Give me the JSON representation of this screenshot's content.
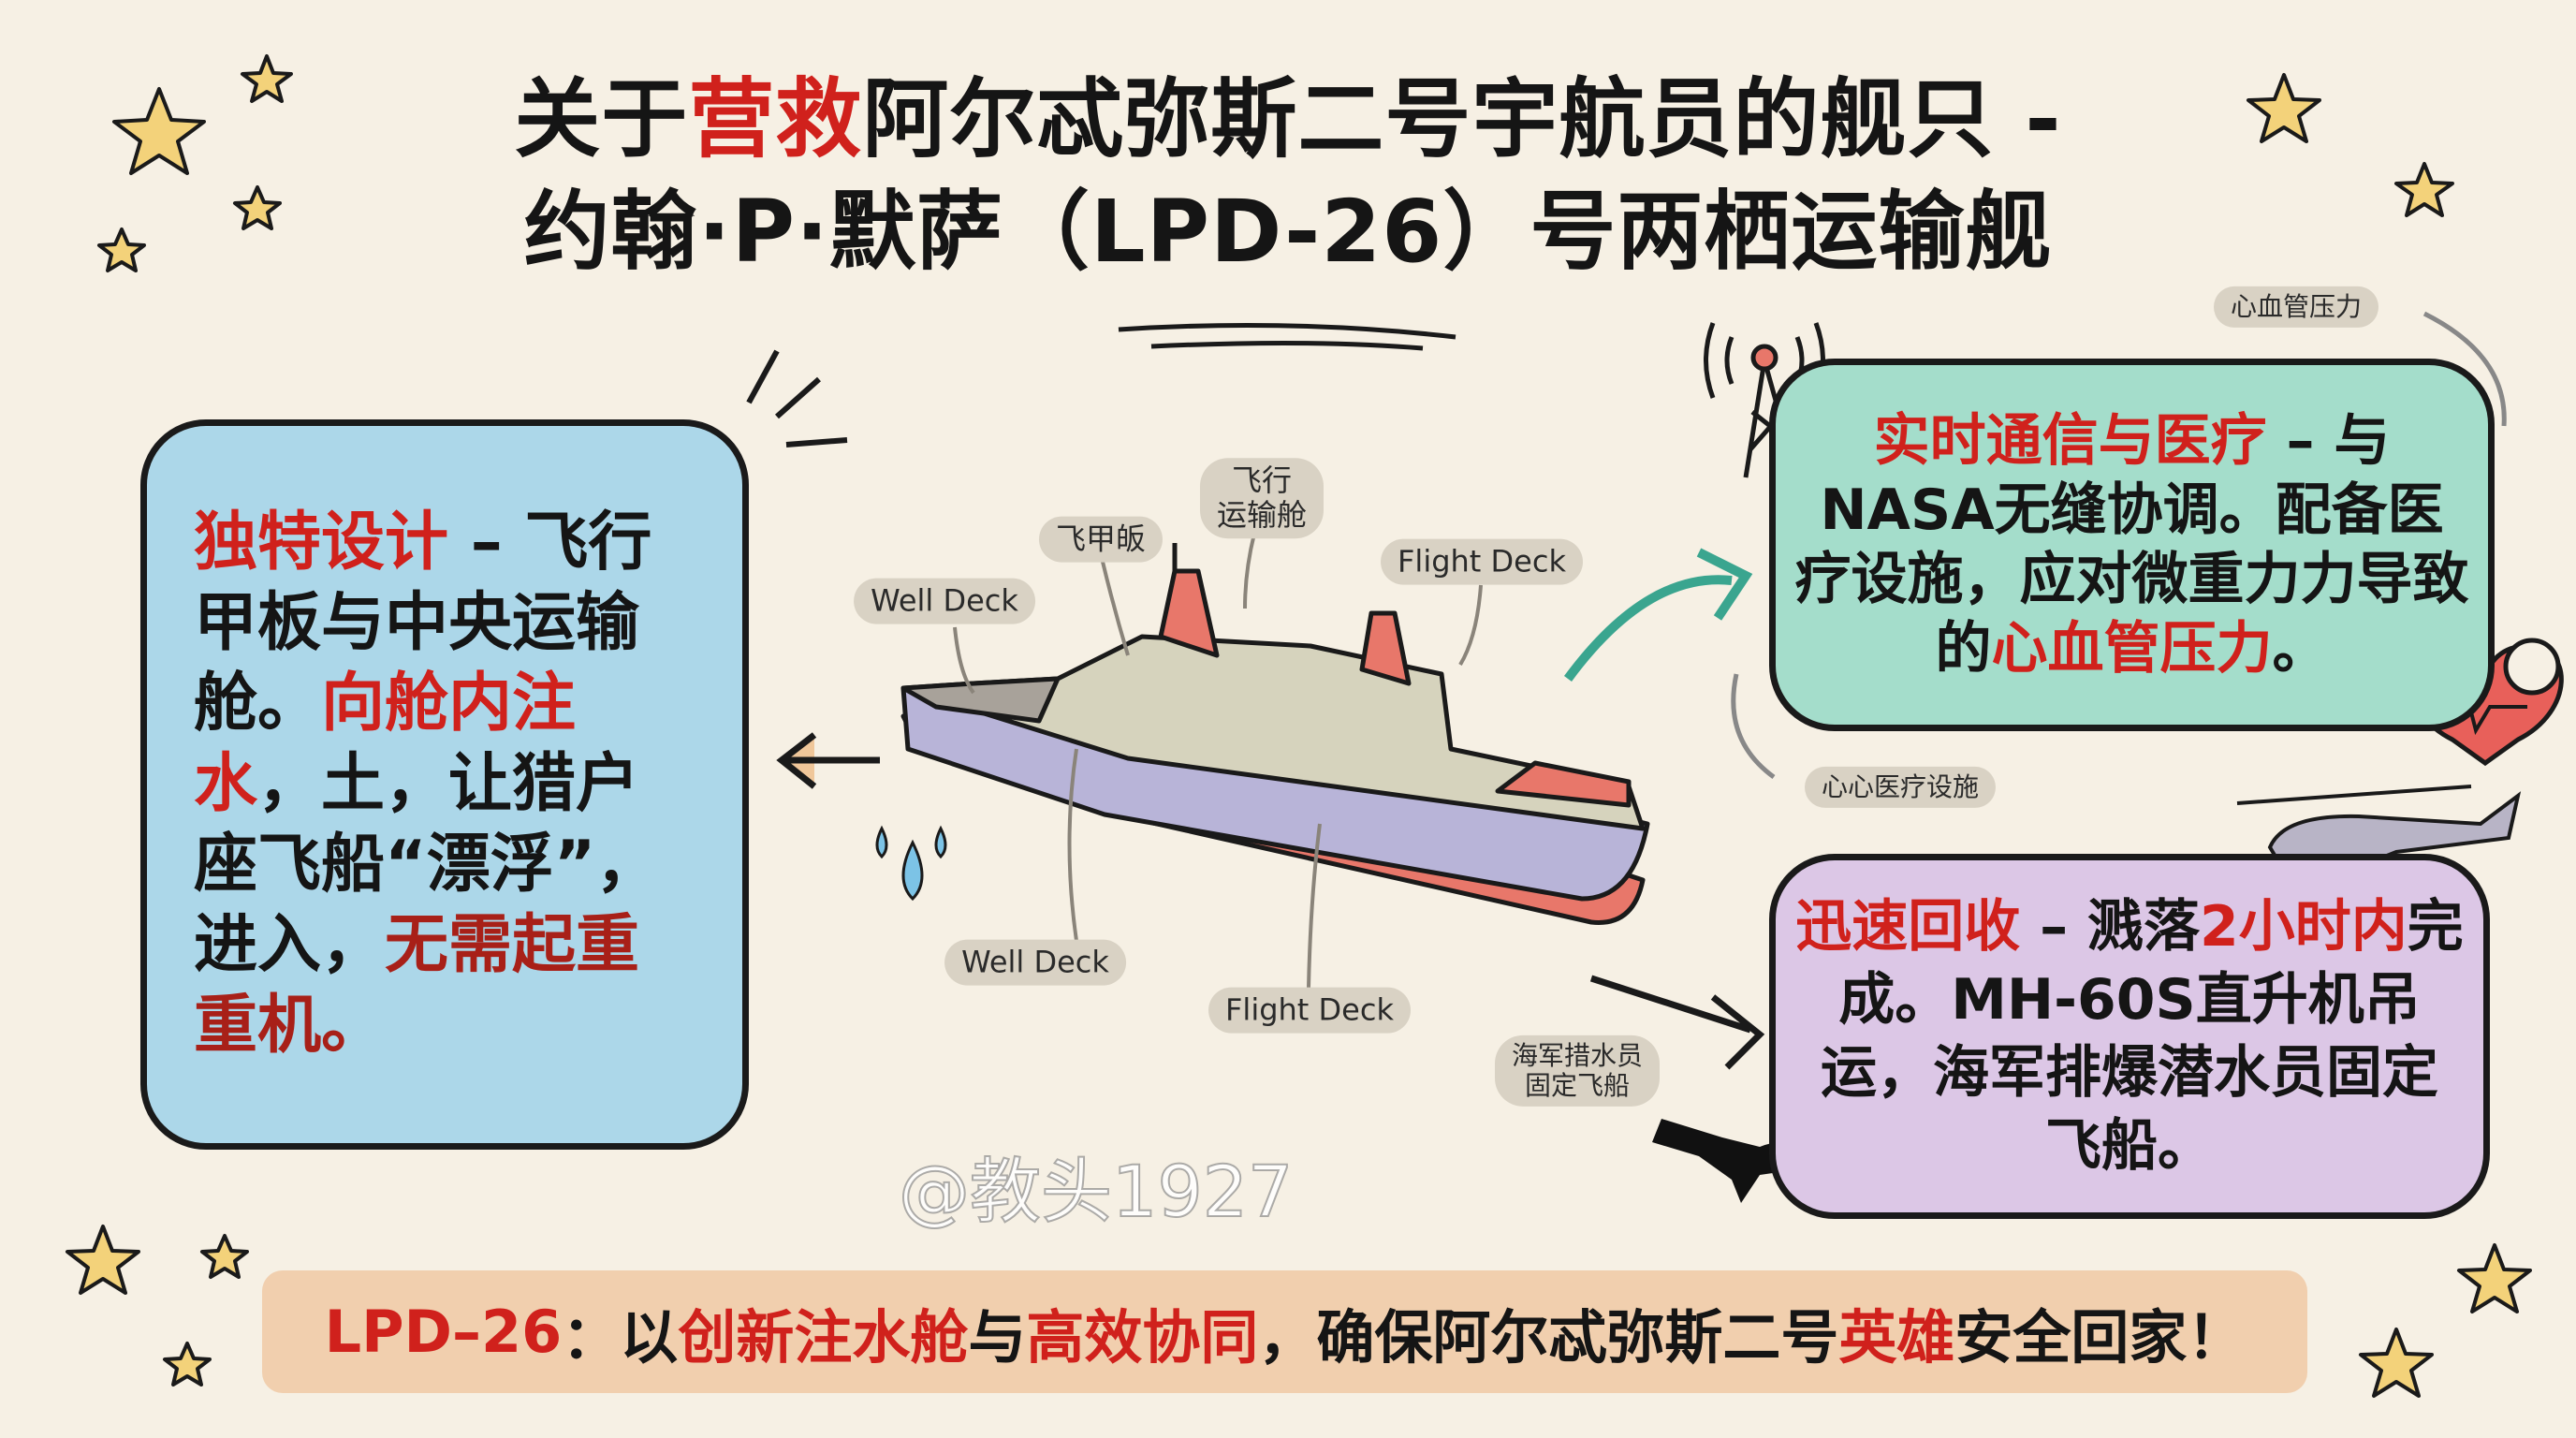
{
  "title": {
    "line1_pre": "关于",
    "line1_highlight": "营救",
    "line1_post": "阿尔忒弥斯二号宇航员的舰只 -",
    "line2": "约翰·P·默萨（LPD-26）号两栖运输舰"
  },
  "left_box": {
    "heading": "独特设计",
    "dash": " – ",
    "text1": "飞行甲板与中央运输舱。",
    "highlight1": "向舱内注水",
    "text2": "，土，让猎户座飞船“漂浮”，进入，",
    "highlight2": "无需起重重机。",
    "icon": "checkmark-icon"
  },
  "top_right_box": {
    "heading": "实时通信与医疗",
    "text1": " – 与NASA无缝协调。配备医疗设施，应对微重力力导致的",
    "highlight": "心血管压力",
    "text2": "。"
  },
  "bottom_right_box": {
    "heading": "迅速回收",
    "text1": " – 溅落",
    "highlight1": "2小时内",
    "text2": "完成。MH-60S直升机吊运，海军排爆潜水员固定飞船。"
  },
  "ship_labels": {
    "well_deck_top": "Well Deck",
    "flight_deck_cn": "飞甲皈",
    "flight_cargo_l1": "飞行",
    "flight_cargo_l2": "运输舱",
    "flight_deck_top": "Flight Deck",
    "well_deck_bottom": "Well Deck",
    "flight_deck_bottom": "Flight Deck",
    "diver_l1": "海军措水员",
    "diver_l2": "固定飞船",
    "cardio": "心血管压力",
    "medical": "心心医疗设施"
  },
  "banner": {
    "parts": [
      {
        "text": "LPD–26",
        "red": true
      },
      {
        "text": "：以",
        "red": false
      },
      {
        "text": "创新注水舱",
        "red": true
      },
      {
        "text": "与",
        "red": false
      },
      {
        "text": "高效协同",
        "red": true
      },
      {
        "text": "，确保阿尔忒弥斯二号",
        "red": false
      },
      {
        "text": "英雄",
        "red": true
      },
      {
        "text": "安全回家！",
        "red": false
      }
    ]
  },
  "watermark": "@教头1927",
  "colors": {
    "background": "#f6f0e4",
    "accent_red": "#d0211c",
    "left_box": "#acd7e9",
    "top_right_box": "#a4ddcb",
    "bottom_right_box": "#dcc7e6",
    "banner": "#f1cfae"
  }
}
